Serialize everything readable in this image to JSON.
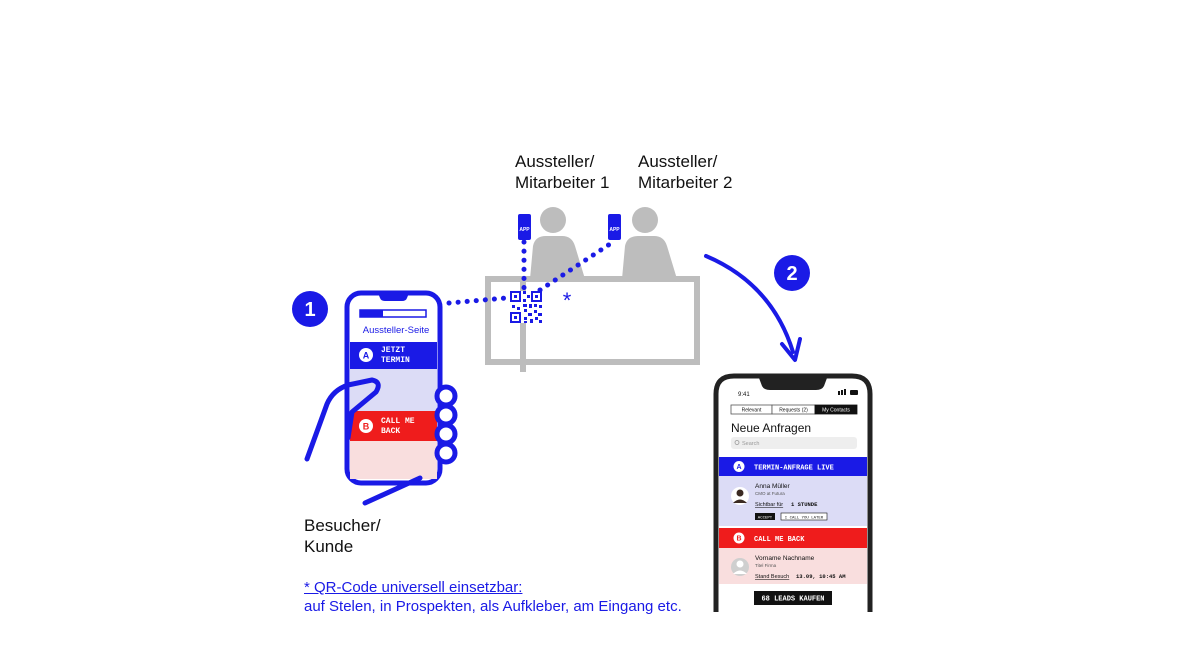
{
  "labels": {
    "exhibitor1_line1": "Aussteller/",
    "exhibitor1_line2": "Mitarbeiter 1",
    "exhibitor2_line1": "Aussteller/",
    "exhibitor2_line2": "Mitarbeiter 2",
    "visitor_line1": "Besucher/",
    "visitor_line2": "Kunde"
  },
  "steps": {
    "step1": "1",
    "step2": "2"
  },
  "qr_marker": "*",
  "footnote": {
    "line1": "* QR-Code universell einsetzbar:",
    "line2": "auf Stelen, in Prospekten, als Aufkleber, am Eingang etc."
  },
  "badges": {
    "app_label": "APP"
  },
  "left_phone": {
    "header": "Aussteller-Seite",
    "option_a_letter": "A",
    "option_a_line1": "JETZT",
    "option_a_line2": "TERMIN",
    "option_b_letter": "B",
    "option_b_line1": "CALL ME",
    "option_b_line2": "BACK"
  },
  "right_phone": {
    "time": "9:41",
    "tabs": [
      "Relevant",
      "Requests (2)",
      "My Contacts"
    ],
    "active_tab_index": 2,
    "title": "Neue Anfragen",
    "search_placeholder": "Search",
    "section_a_letter": "A",
    "section_a_title": "TERMIN-ANFRAGE LIVE",
    "contact1_name": "Anna Müller",
    "contact1_role": "CMO at Futura",
    "contact1_link": "Sichtbar für",
    "contact1_value": "1 STUNDE",
    "btn_accept": "ACCEPT",
    "btn_later": "I CALL YOU LATER",
    "section_b_letter": "B",
    "section_b_title": "CALL ME BACK",
    "contact2_name": "Vorname Nachname",
    "contact2_role": "Titel Firma",
    "contact2_link": "Stand Besuch",
    "contact2_value": "13.09, 10:45 AM",
    "cta": "68 LEADS KAUFEN"
  },
  "colors": {
    "blue": "#1a1ae6",
    "red": "#ef1c1c",
    "grey": "#bdbdbd",
    "light_blue": "#dcdcf6",
    "light_red": "#f9dede",
    "dark": "#111111"
  }
}
